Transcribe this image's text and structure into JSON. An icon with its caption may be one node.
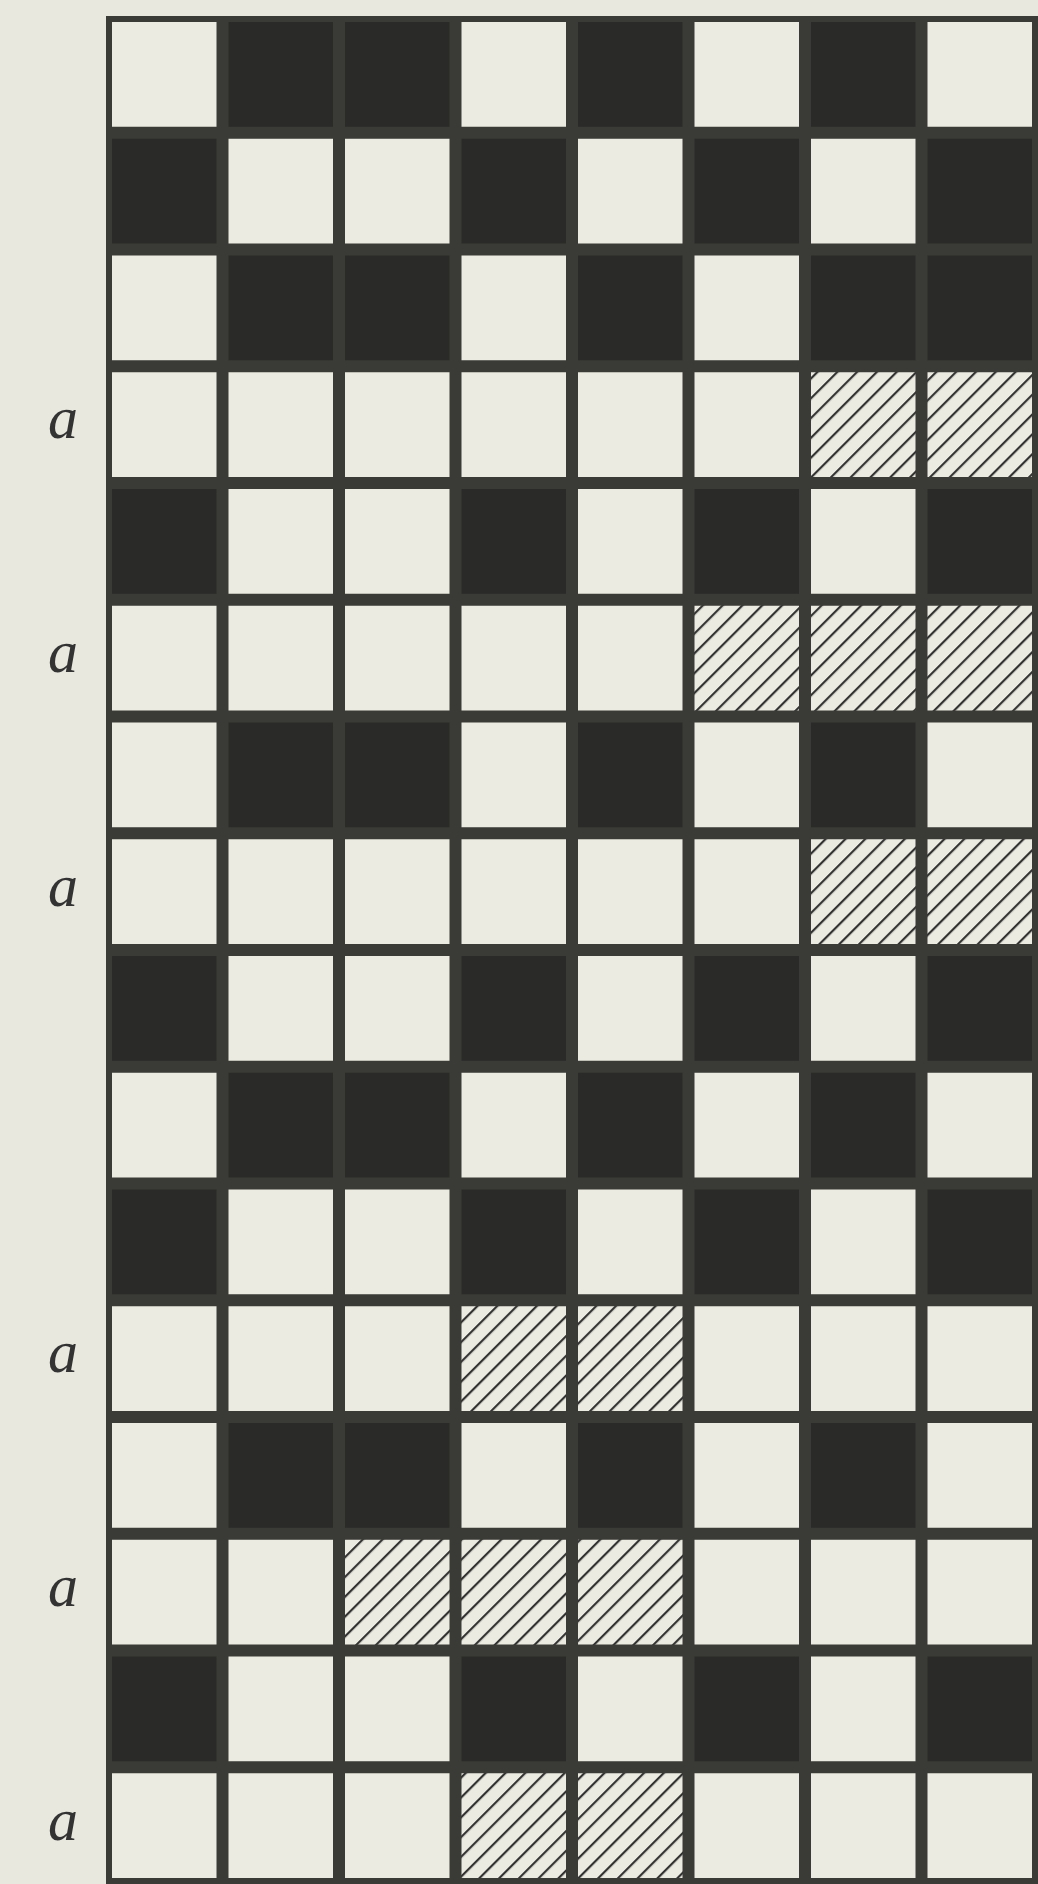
{
  "diagram": {
    "labels": [
      "a",
      "a",
      "a",
      "a",
      "a",
      "a"
    ]
  }
}
